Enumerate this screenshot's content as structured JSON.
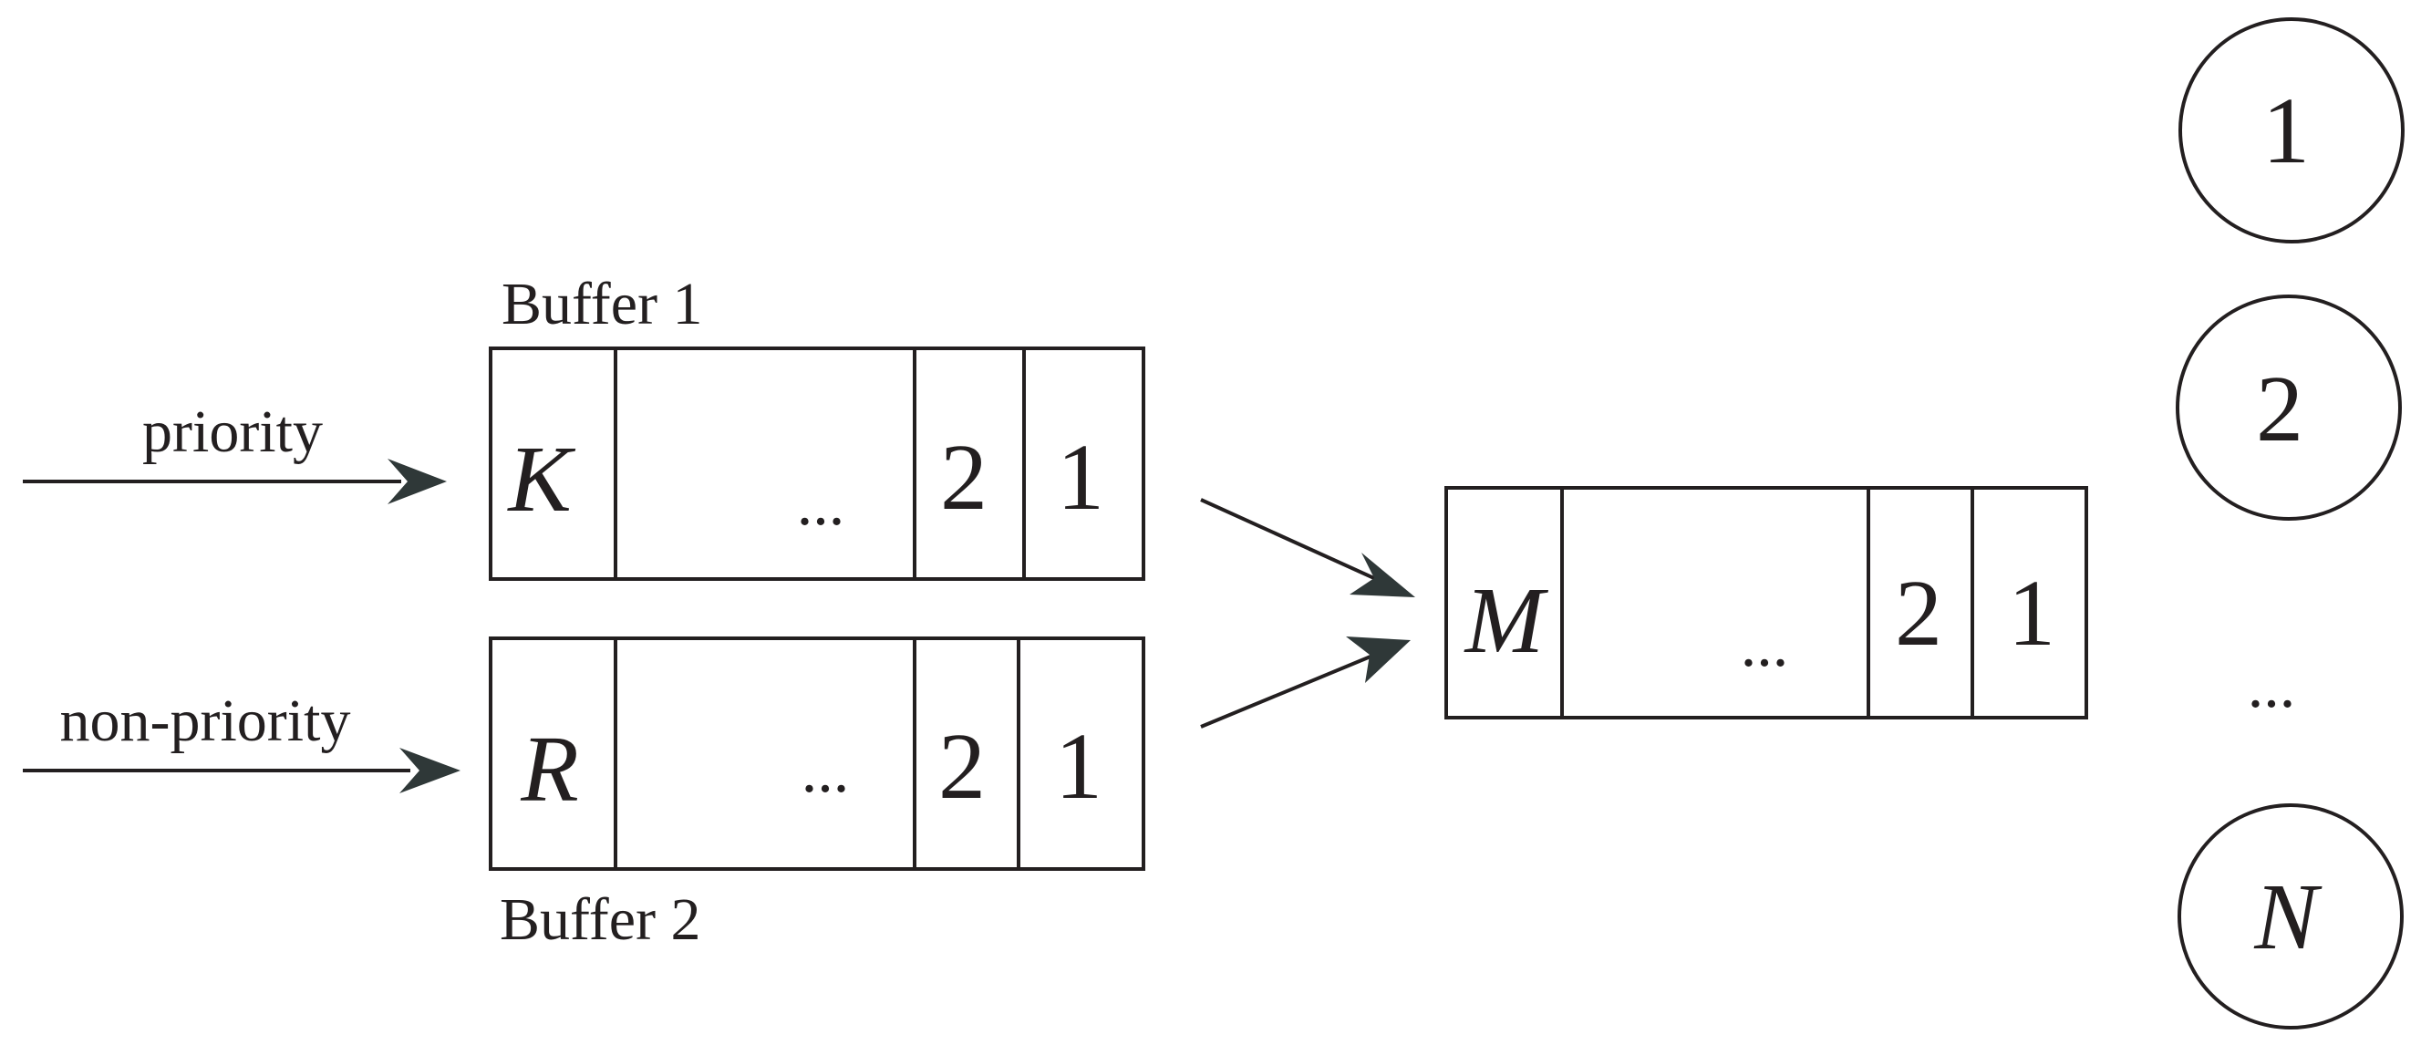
{
  "inputs": {
    "priority_label": "priority",
    "nonpriority_label": "non-priority"
  },
  "buffer1": {
    "label": "Buffer 1",
    "cells": [
      "K",
      "...",
      "2",
      "1"
    ]
  },
  "buffer2": {
    "label": "Buffer 2",
    "cells": [
      "R",
      "...",
      "2",
      "1"
    ]
  },
  "queue": {
    "cells": [
      "M",
      "...",
      "2",
      "1"
    ]
  },
  "servers": {
    "items": [
      "1",
      "2",
      "N"
    ],
    "ellipsis": "..."
  }
}
